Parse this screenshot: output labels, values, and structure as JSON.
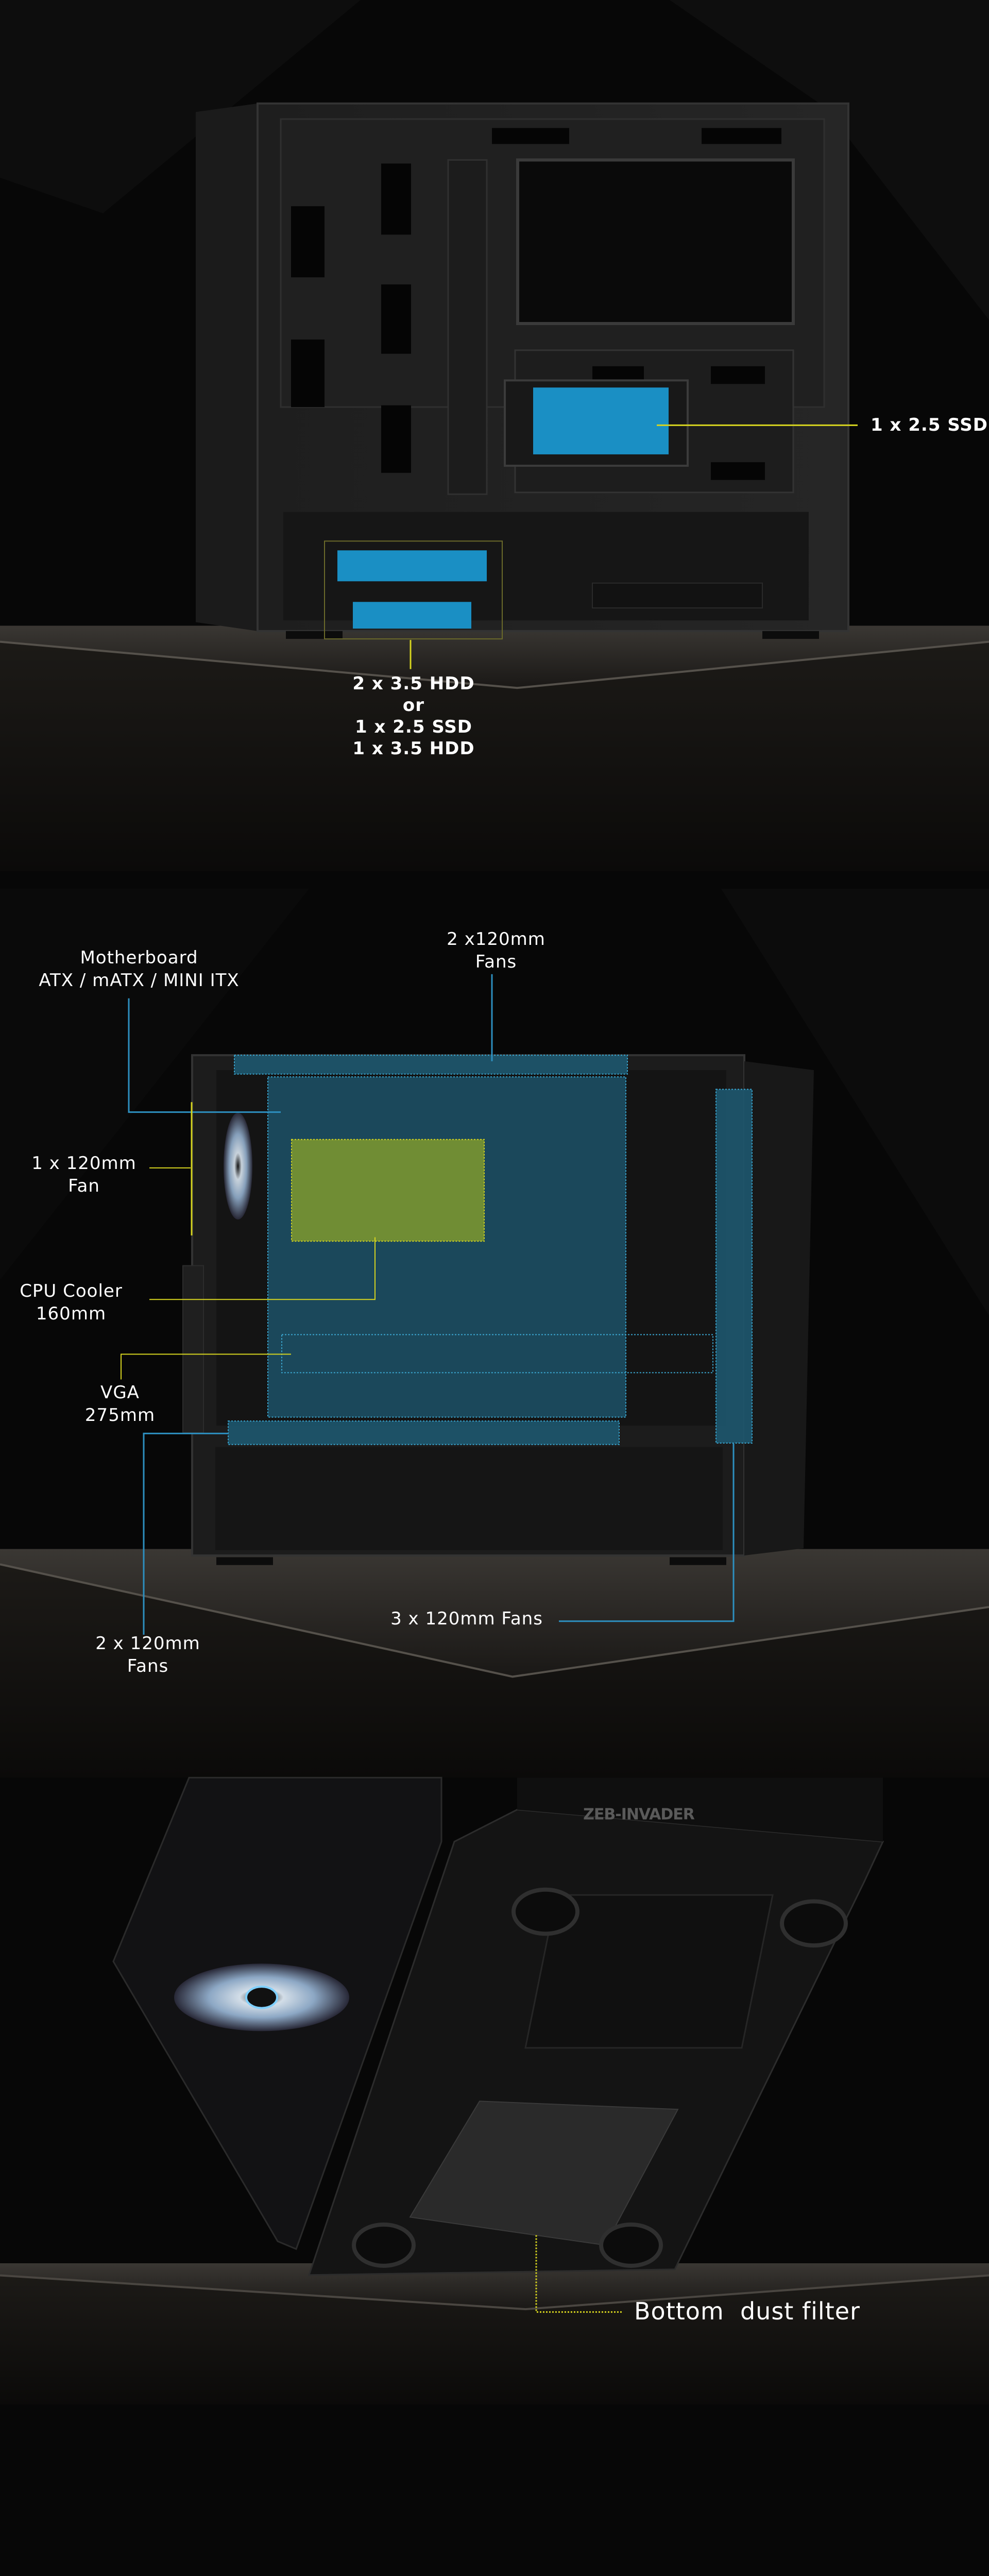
{
  "colors": {
    "background": "#070707",
    "storage_highlight": "#1a8fc4",
    "airflow_highlight": "#1d5a73",
    "cpu_highlight": "#7f9a2e",
    "callout_yellow": "#d6d41f",
    "callout_blue": "#2d8fbf",
    "label_text": "#ffffff"
  },
  "section_storage": {
    "ssd_label": "1 x 2.5 SSD",
    "hdd_label": [
      "2 x 3.5 HDD",
      "or",
      "1 x 2.5 SSD",
      "1 x 3.5 HDD"
    ]
  },
  "section_airflow": {
    "motherboard_label": [
      "Motherboard",
      "ATX / mATX / MINI ITX"
    ],
    "top_fans_label": [
      "2 x120mm",
      "Fans"
    ],
    "rear_fan_label": [
      "1 x 120mm",
      "Fan"
    ],
    "cpu_cooler_label": [
      "CPU Cooler",
      "160mm"
    ],
    "vga_label": [
      "VGA",
      "275mm"
    ],
    "front_fans_label": "3 x 120mm Fans",
    "bottom_fans_label": [
      "2 x 120mm",
      "Fans"
    ]
  },
  "section_bottom": {
    "brand_logo": "ZEB-INVADER",
    "dust_filter_label": "Bottom  dust filter"
  }
}
